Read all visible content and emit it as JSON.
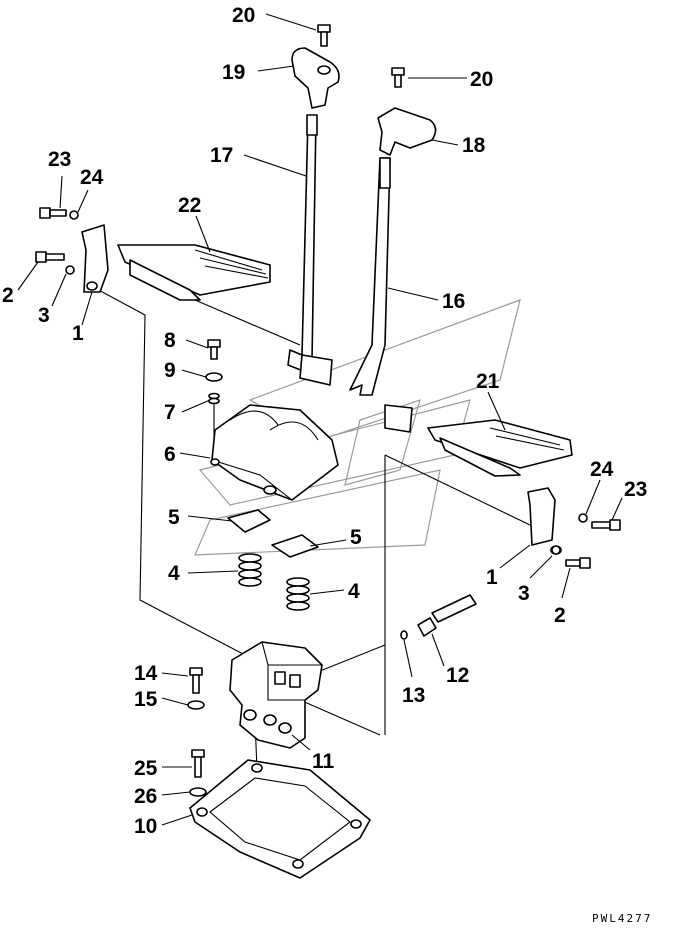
{
  "diagram": {
    "drawing_code": "PWL4277",
    "callouts": [
      {
        "id": "c20a",
        "label": "20"
      },
      {
        "id": "c19",
        "label": "19"
      },
      {
        "id": "c20b",
        "label": "20"
      },
      {
        "id": "c18",
        "label": "18"
      },
      {
        "id": "c17",
        "label": "17"
      },
      {
        "id": "c23a",
        "label": "23"
      },
      {
        "id": "c24a",
        "label": "24"
      },
      {
        "id": "c22",
        "label": "22"
      },
      {
        "id": "c2a",
        "label": "2"
      },
      {
        "id": "c3a",
        "label": "3"
      },
      {
        "id": "c1a",
        "label": "1"
      },
      {
        "id": "c16",
        "label": "16"
      },
      {
        "id": "c8",
        "label": "8"
      },
      {
        "id": "c9",
        "label": "9"
      },
      {
        "id": "c21",
        "label": "21"
      },
      {
        "id": "c7",
        "label": "7"
      },
      {
        "id": "c6",
        "label": "6"
      },
      {
        "id": "c24b",
        "label": "24"
      },
      {
        "id": "c23b",
        "label": "23"
      },
      {
        "id": "c5a",
        "label": "5"
      },
      {
        "id": "c5b",
        "label": "5"
      },
      {
        "id": "c1b",
        "label": "1"
      },
      {
        "id": "c4a",
        "label": "4"
      },
      {
        "id": "c4b",
        "label": "4"
      },
      {
        "id": "c3b",
        "label": "3"
      },
      {
        "id": "c2b",
        "label": "2"
      },
      {
        "id": "c14",
        "label": "14"
      },
      {
        "id": "c12",
        "label": "12"
      },
      {
        "id": "c15",
        "label": "15"
      },
      {
        "id": "c13",
        "label": "13"
      },
      {
        "id": "c11",
        "label": "11"
      },
      {
        "id": "c25",
        "label": "25"
      },
      {
        "id": "c26",
        "label": "26"
      },
      {
        "id": "c10",
        "label": "10"
      }
    ]
  }
}
